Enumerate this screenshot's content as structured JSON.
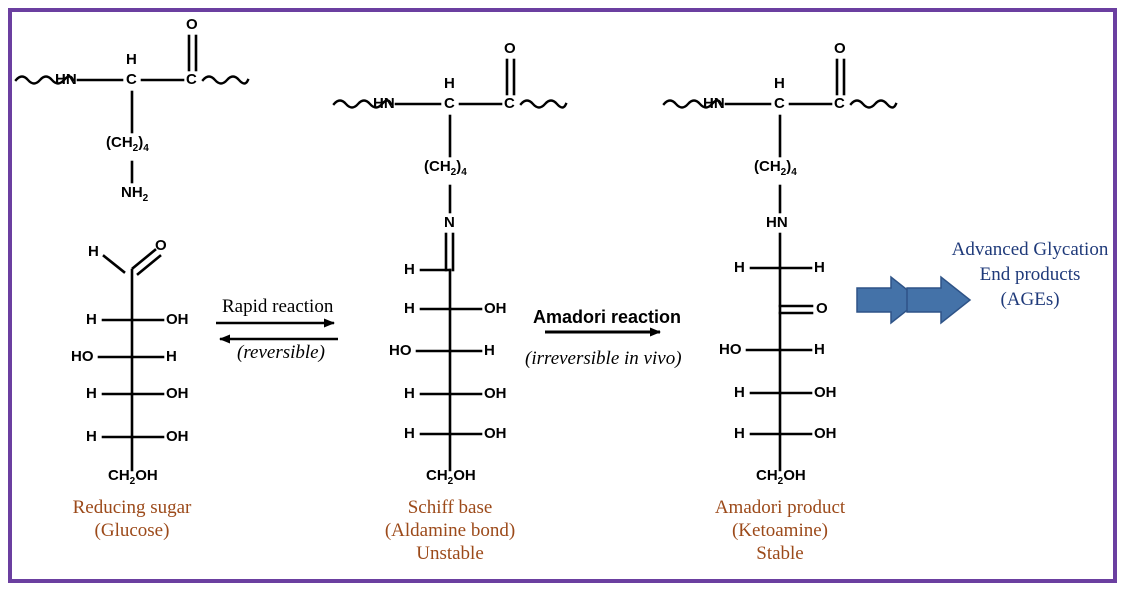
{
  "figure": {
    "title": "Protein glycation pathway: Maillard reaction from reducing sugar to advanced glycation end products",
    "border_color": "#6B3FA0",
    "background": "#ffffff"
  },
  "chart_data": {
    "type": "diagram",
    "subtype": "chemical-reaction-scheme",
    "title": "Glycation pathway",
    "stages": [
      {
        "id": "stage-1",
        "caption_lines": [
          "Reducing sugar",
          "(Glucose)"
        ],
        "caption_color": "#9C4A1A",
        "residue": {
          "backbone": [
            "HN",
            "C",
            "C"
          ],
          "alpha_h": "H",
          "carbonyl_o": "O",
          "sidechain": [
            "(CH2)4",
            "NH2"
          ],
          "wavy_bonds": 2
        },
        "sugar": {
          "name": "open-chain glucose (Fischer projection)",
          "top_group": {
            "left": "H",
            "right": "O",
            "bond": "double"
          },
          "rows": [
            {
              "left": "H",
              "right": "OH"
            },
            {
              "left": "HO",
              "right": "H"
            },
            {
              "left": "H",
              "right": "OH"
            },
            {
              "left": "H",
              "right": "OH"
            }
          ],
          "bottom": "CH2OH"
        }
      },
      {
        "id": "stage-2",
        "caption_lines": [
          "Schiff base",
          "(Aldamine bond)",
          "Unstable"
        ],
        "caption_color": "#9C4A1A",
        "residue": {
          "backbone": [
            "HN",
            "C",
            "C"
          ],
          "alpha_h": "H",
          "carbonyl_o": "O",
          "sidechain": [
            "(CH2)4",
            "N"
          ],
          "wavy_bonds": 2
        },
        "sugar": {
          "name": "Schiff base (aldimine)",
          "top_group": {
            "left": "H",
            "right": "",
            "bond": "C=N double bond to nitrogen"
          },
          "rows": [
            {
              "left": "H",
              "right": "OH"
            },
            {
              "left": "HO",
              "right": "H"
            },
            {
              "left": "H",
              "right": "OH"
            },
            {
              "left": "H",
              "right": "OH"
            }
          ],
          "bottom": "CH2OH"
        }
      },
      {
        "id": "stage-3",
        "caption_lines": [
          "Amadori product",
          "(Ketoamine)",
          "Stable"
        ],
        "caption_color": "#9C4A1A",
        "residue": {
          "backbone": [
            "HN",
            "C",
            "C"
          ],
          "alpha_h": "H",
          "carbonyl_o": "O",
          "sidechain": [
            "(CH2)4",
            "HN"
          ],
          "wavy_bonds": 2
        },
        "sugar": {
          "name": "ketoamine (Amadori rearrangement product)",
          "top_group": {
            "left": "H",
            "right": "H",
            "bond": "CH2"
          },
          "ketone": {
            "label": "O",
            "bond": "double"
          },
          "rows": [
            {
              "left": "HO",
              "right": "H"
            },
            {
              "left": "H",
              "right": "OH"
            },
            {
              "left": "H",
              "right": "OH"
            }
          ],
          "bottom": "CH2OH"
        }
      }
    ],
    "arrows": [
      {
        "id": "arrow-1",
        "from": "stage-1",
        "to": "stage-2",
        "label_top": "Rapid reaction",
        "label_bottom": "(reversible)",
        "style": "equilibrium double arrow",
        "top_style": "serif",
        "bottom_style": "italic serif"
      },
      {
        "id": "arrow-2",
        "from": "stage-2",
        "to": "stage-3",
        "label_top": "Amadori reaction",
        "label_bottom": "(irreversible in vivo)",
        "style": "single forward arrow",
        "top_style": "bold sans",
        "bottom_style": "italic serif"
      },
      {
        "id": "arrow-3",
        "from": "stage-3",
        "to": "ages",
        "label_top": "",
        "label_bottom": "",
        "style": "two blue block arrows",
        "fill": "#4472A8",
        "stroke": "#2E5387"
      }
    ],
    "terminal_product": {
      "id": "ages",
      "lines": [
        "Advanced Glycation",
        "End products",
        "(AGEs)"
      ],
      "color": "#1F3A7A"
    }
  },
  "atoms": {
    "hn": "HN",
    "c": "C",
    "o": "O",
    "h": "H",
    "n": "N",
    "nh2_main": "NH",
    "nh2_sub": "2",
    "ch2_4_main": "(CH",
    "ch2_4_sub": "2",
    "ch2_4_tail": ")",
    "ch2_4_count": "4",
    "oh": "OH",
    "ho": "HO",
    "ch2oh_main": "CH",
    "ch2oh_sub": "2",
    "ch2oh_tail": "OH"
  }
}
